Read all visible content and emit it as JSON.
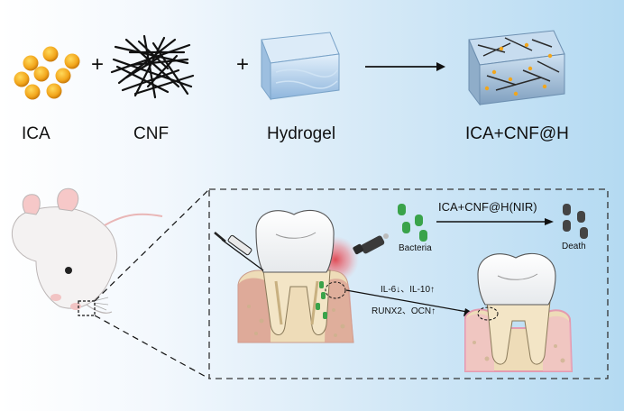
{
  "top_row": {
    "labels": {
      "ica": "ICA",
      "cnf": "CNF",
      "hydrogel": "Hydrogel",
      "composite": "ICA+CNF@H"
    },
    "operators": {
      "plus_1": "+",
      "plus_2": "+"
    }
  },
  "bottom_panel": {
    "treatment": "ICA+CNF@H(NIR)",
    "bacteria": "Bacteria",
    "outcome": "Death",
    "inflammation": "IL-6↓、IL-10↑",
    "osteogenesis": "RUNX2、OCN↑"
  },
  "colors": {
    "bg_left": "#ffffff",
    "bg_right": "#b4daf2",
    "ica_particle": "#f2a61c",
    "bacteria_live": "#3aa34a",
    "bacteria_dead": "#444444",
    "gum": "#d89a8f",
    "bone": "#eedcb8",
    "laser_glow": "#e0303a"
  }
}
